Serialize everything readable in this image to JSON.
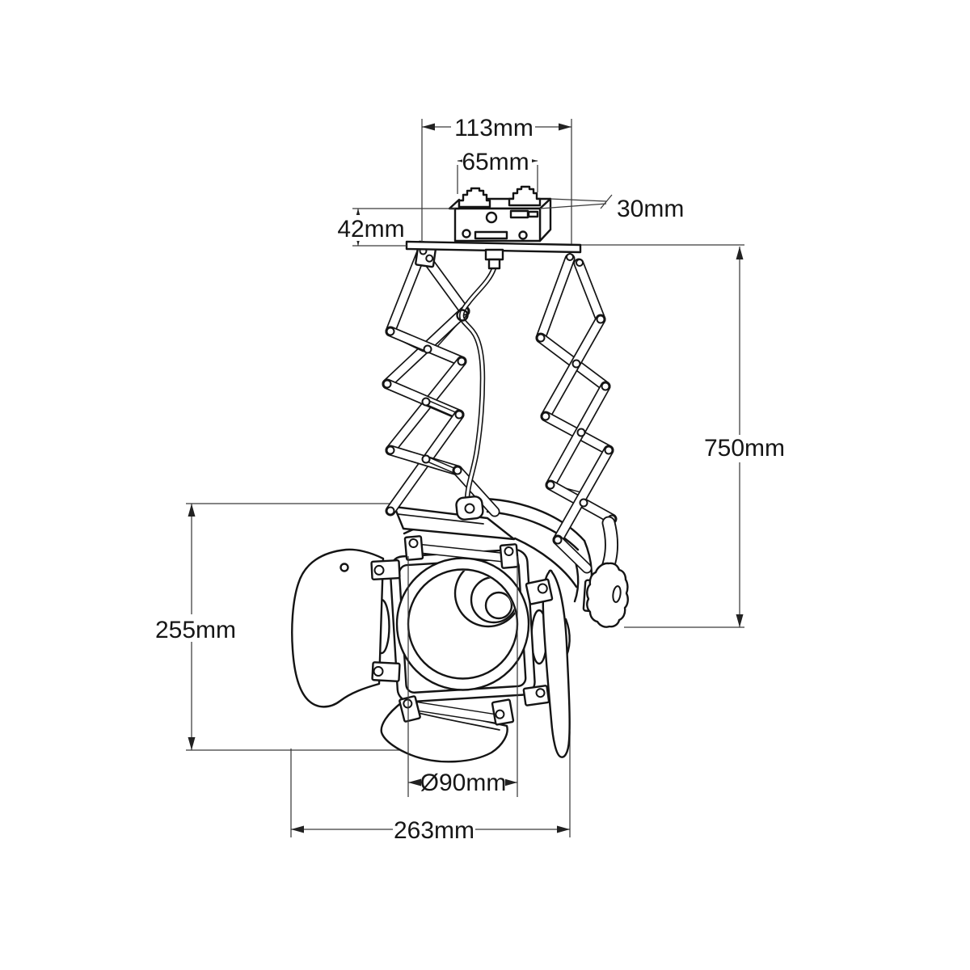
{
  "diagram": {
    "type": "technical-dimension-drawing",
    "subject": "track-mounted theatre spotlight with scissor suspension and barn doors",
    "colors": {
      "background": "#ffffff",
      "line": "#141414",
      "dimension_line": "#3a3a3a",
      "text": "#161616"
    },
    "dims": {
      "track_width": "113mm",
      "clip_span": "65mm",
      "adapter_depth": "30mm",
      "adapter_height": "42mm",
      "drop_height": "750mm",
      "head_height": "255mm",
      "lens_diameter": "Ø90mm",
      "head_width": "263mm"
    }
  }
}
